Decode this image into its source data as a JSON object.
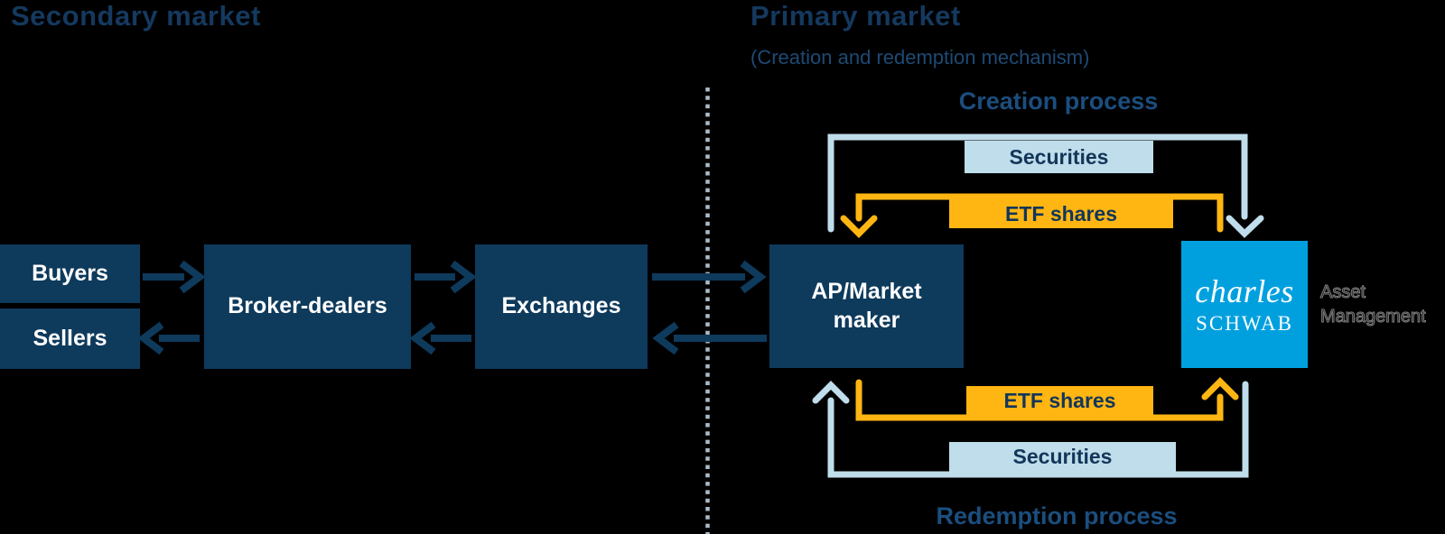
{
  "titles": {
    "secondary_market": "Secondary market",
    "primary_market": "Primary market",
    "primary_market_subtitle": "(Creation and redemption mechanism)"
  },
  "processes": {
    "creation": "Creation process",
    "redemption": "Redemption process"
  },
  "nodes": {
    "buyers": "Buyers",
    "sellers": "Sellers",
    "broker_dealers": "Broker-dealers",
    "exchanges": "Exchanges",
    "ap_market_maker": "AP/Market maker",
    "asset_manager": "Asset Management"
  },
  "logo": {
    "line1": "charles",
    "line2": "SCHWAB"
  },
  "flows": {
    "creation_securities": "Securities",
    "creation_etf_shares": "ETF shares",
    "redemption_etf_shares": "ETF shares",
    "redemption_securities": "Securities"
  },
  "colors": {
    "background": "#000000",
    "navy": "#0e3a5c",
    "title_navy": "#15395f",
    "subtitle_blue": "#1d4a74",
    "process_blue": "#1b4e7e",
    "light_blue": "#bfddea",
    "orange": "#ffb612",
    "schwab_blue": "#00a0df",
    "dotted_gray": "#a9bbc7",
    "label_text": "#123659",
    "node_text": "#ffffff"
  }
}
